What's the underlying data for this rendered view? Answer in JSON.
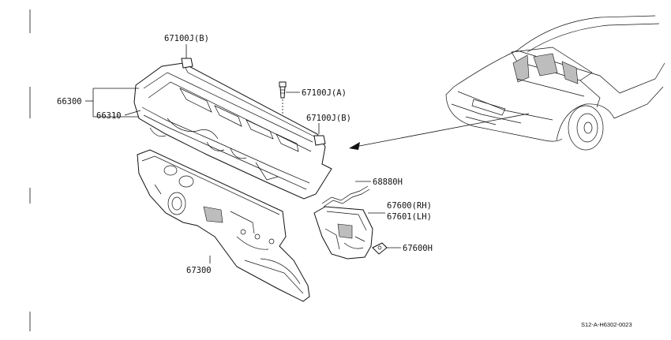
{
  "labels": {
    "bracket_top": "67100J(B)",
    "bolt": "67100J(A)",
    "bracket_right": "67100J(B)",
    "cowl_top": "66300",
    "cowl_inner": "66310",
    "dash_panel": "67300",
    "seal": "68880H",
    "side_rh": "67600(RH)",
    "side_lh": "67601(LH)",
    "clip": "67600H"
  },
  "figure_code": "S12-A-H6302-0023",
  "colors": {
    "line": "#111111",
    "background": "#ffffff"
  }
}
